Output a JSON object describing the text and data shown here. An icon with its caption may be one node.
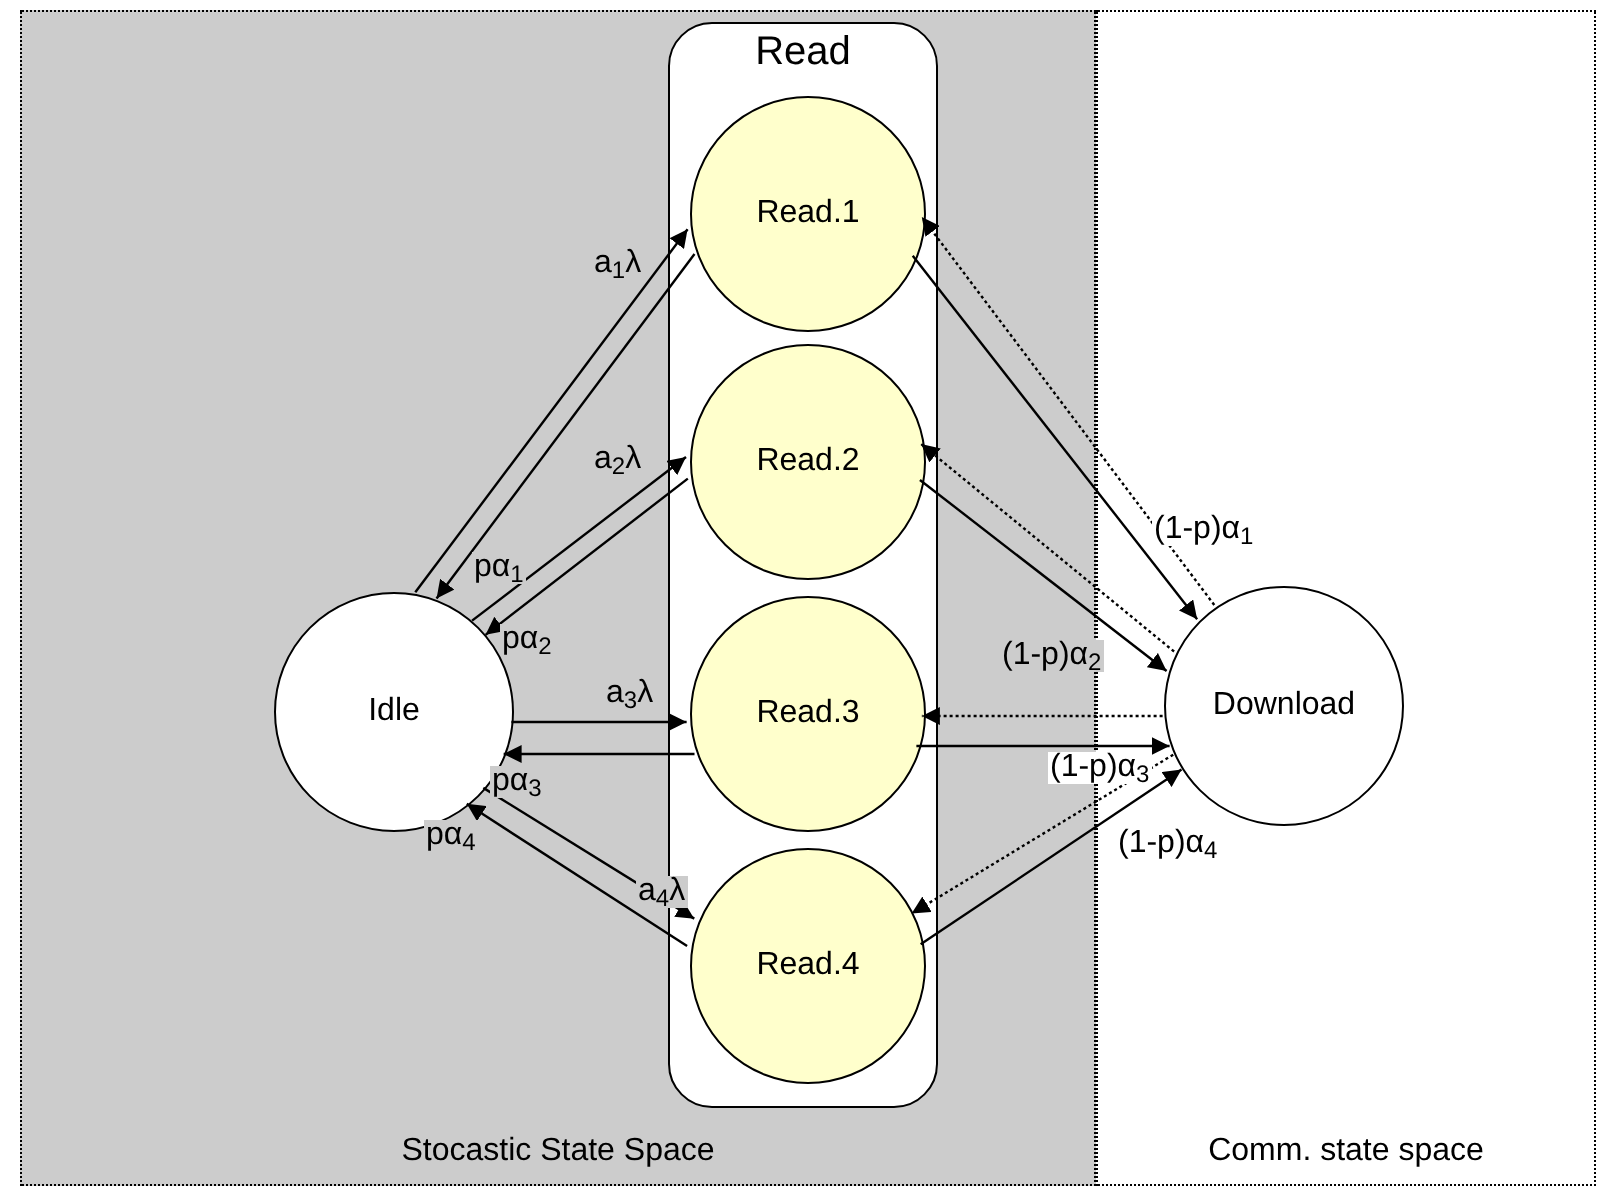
{
  "diagram": {
    "nodes": [
      {
        "text": [
          "Stocastic State Space"
        ]
      },
      {
        "text": [
          "Comm. state space"
        ]
      },
      {
        "text": [
          "Read"
        ],
        "in": 0
      },
      {
        "text": [
          "Read.1"
        ],
        "in": 2
      },
      {
        "text": [
          "Read.2"
        ],
        "in": 2
      },
      {
        "text": [
          "Read.3"
        ],
        "in": 2
      },
      {
        "text": [
          "Read.4"
        ],
        "in": 2
      },
      {
        "text": [
          "Idle"
        ],
        "in": 0
      },
      {
        "text": [
          "Download"
        ],
        "in": 1
      }
    ],
    "edges": [
      {
        "from": 7,
        "to": 3,
        "arrow": "to",
        "label": "a$_{1}$λ"
      },
      {
        "from": 3,
        "to": 7,
        "arrow": "to",
        "label": "pα$_{1}$"
      },
      {
        "from": 7,
        "to": 4,
        "arrow": "to",
        "label": "a$_{2}$λ"
      },
      {
        "from": 4,
        "to": 7,
        "arrow": "to",
        "label": "pα$_{2}$"
      },
      {
        "from": 7,
        "to": 5,
        "arrow": "to",
        "label": "a$_{3}$λ"
      },
      {
        "from": 5,
        "to": 7,
        "arrow": "to",
        "label": "pα$_{3}$"
      },
      {
        "from": 7,
        "to": 6,
        "arrow": "to",
        "label": "a$_{4}$λ"
      },
      {
        "from": 6,
        "to": 7,
        "arrow": "to",
        "label": "pα$_{4}$"
      },
      {
        "from": 3,
        "to": 8,
        "arrow": "to",
        "label": "(1-p)α$_{1}$"
      },
      {
        "from": 8,
        "to": 3,
        "arrow": "to",
        "style": "dashed"
      },
      {
        "from": 4,
        "to": 8,
        "arrow": "to",
        "label": "(1-p)α$_{2}$"
      },
      {
        "from": 8,
        "to": 4,
        "arrow": "to",
        "style": "dashed"
      },
      {
        "from": 5,
        "to": 8,
        "arrow": "to",
        "label": "(1-p)α$_{3}$"
      },
      {
        "from": 8,
        "to": 5,
        "arrow": "to",
        "style": "dashed"
      },
      {
        "from": 6,
        "to": 8,
        "arrow": "to",
        "label": "(1-p)α$_{4}$"
      },
      {
        "from": 8,
        "to": 6,
        "arrow": "to",
        "style": "dashed"
      }
    ]
  }
}
